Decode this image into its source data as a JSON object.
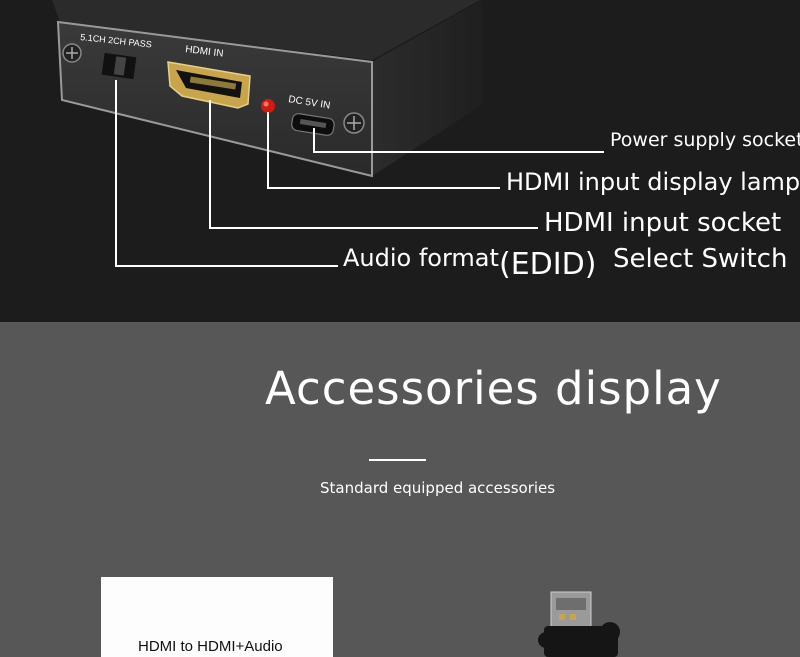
{
  "device": {
    "port_labels": {
      "switch": "5.1CH  2CH PASS",
      "hdmi_in": "HDMI IN",
      "dc_in": "DC 5V IN"
    }
  },
  "callouts": {
    "power_socket": "Power supply socket",
    "lamp": "HDMI input display lamp",
    "hdmi_socket": "HDMI input socket",
    "audio_format": "Audio format",
    "edid": "(EDID)",
    "select_switch": "Select Switch"
  },
  "section": {
    "title": "Accessories display",
    "subtitle": "Standard equipped accessories"
  },
  "accessory_box": {
    "label": "HDMI to HDMI+Audio"
  },
  "colors": {
    "top_bg": "#1c1c1c",
    "bottom_bg": "#575757",
    "lamp": "#d01a12",
    "hdmi_gold": "#c8a44a"
  }
}
